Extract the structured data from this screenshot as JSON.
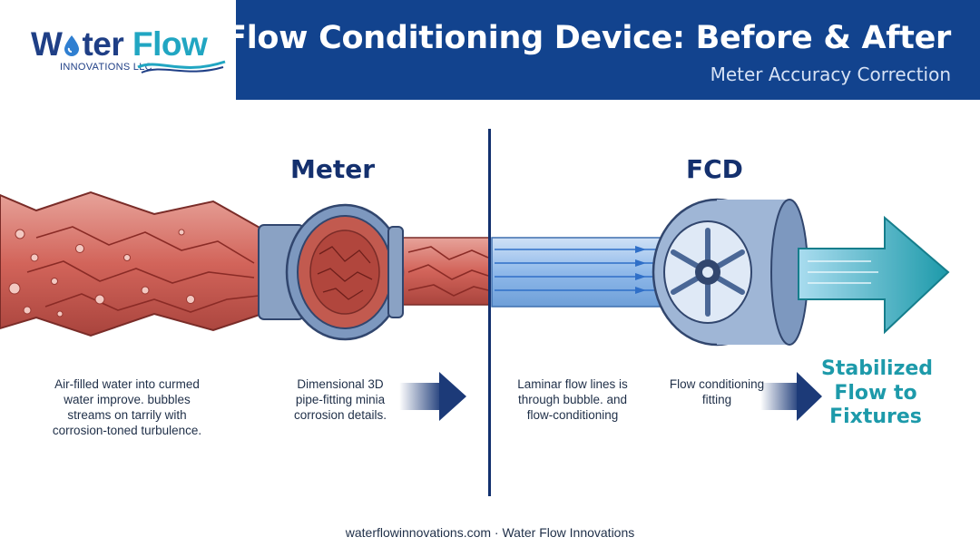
{
  "brand": {
    "logo_text_a": "W",
    "logo_text_b": "ter",
    "logo_text_c": "Flow",
    "logo_sub": "INNOVATIONS LLC"
  },
  "header": {
    "title": "Flow Conditioning Device: Before & After",
    "subtitle": "Meter Accuracy Correction"
  },
  "before": {
    "heading": "Meter",
    "caption_1": [
      "Air-filled water into curmed",
      "water improve. bubbles",
      "streams on tarrily with",
      "corrosion-toned turbulence."
    ],
    "caption_2": [
      "Dimensional 3D",
      "pipe-fitting minia",
      "corrosion details."
    ]
  },
  "after": {
    "heading": "FCD",
    "caption_1": [
      "Laminar flow lines is",
      "through bubble. and",
      "flow-conditioning"
    ],
    "caption_2": [
      "Flow conditioning",
      "fitting"
    ],
    "result": [
      "Stabilized",
      "Flow to",
      "Fixtures"
    ]
  },
  "footer": {
    "text": "waterflowinnovations.com · Water Flow Innovations"
  },
  "colors": {
    "header_bg": "#12438e",
    "navy": "#14306e",
    "teal": "#1d9aaa",
    "rust": "#c8574e",
    "blue_flow": "#5b9be0"
  },
  "icons": [
    "water-drop-icon",
    "wave-icon",
    "arrow-right-icon"
  ]
}
